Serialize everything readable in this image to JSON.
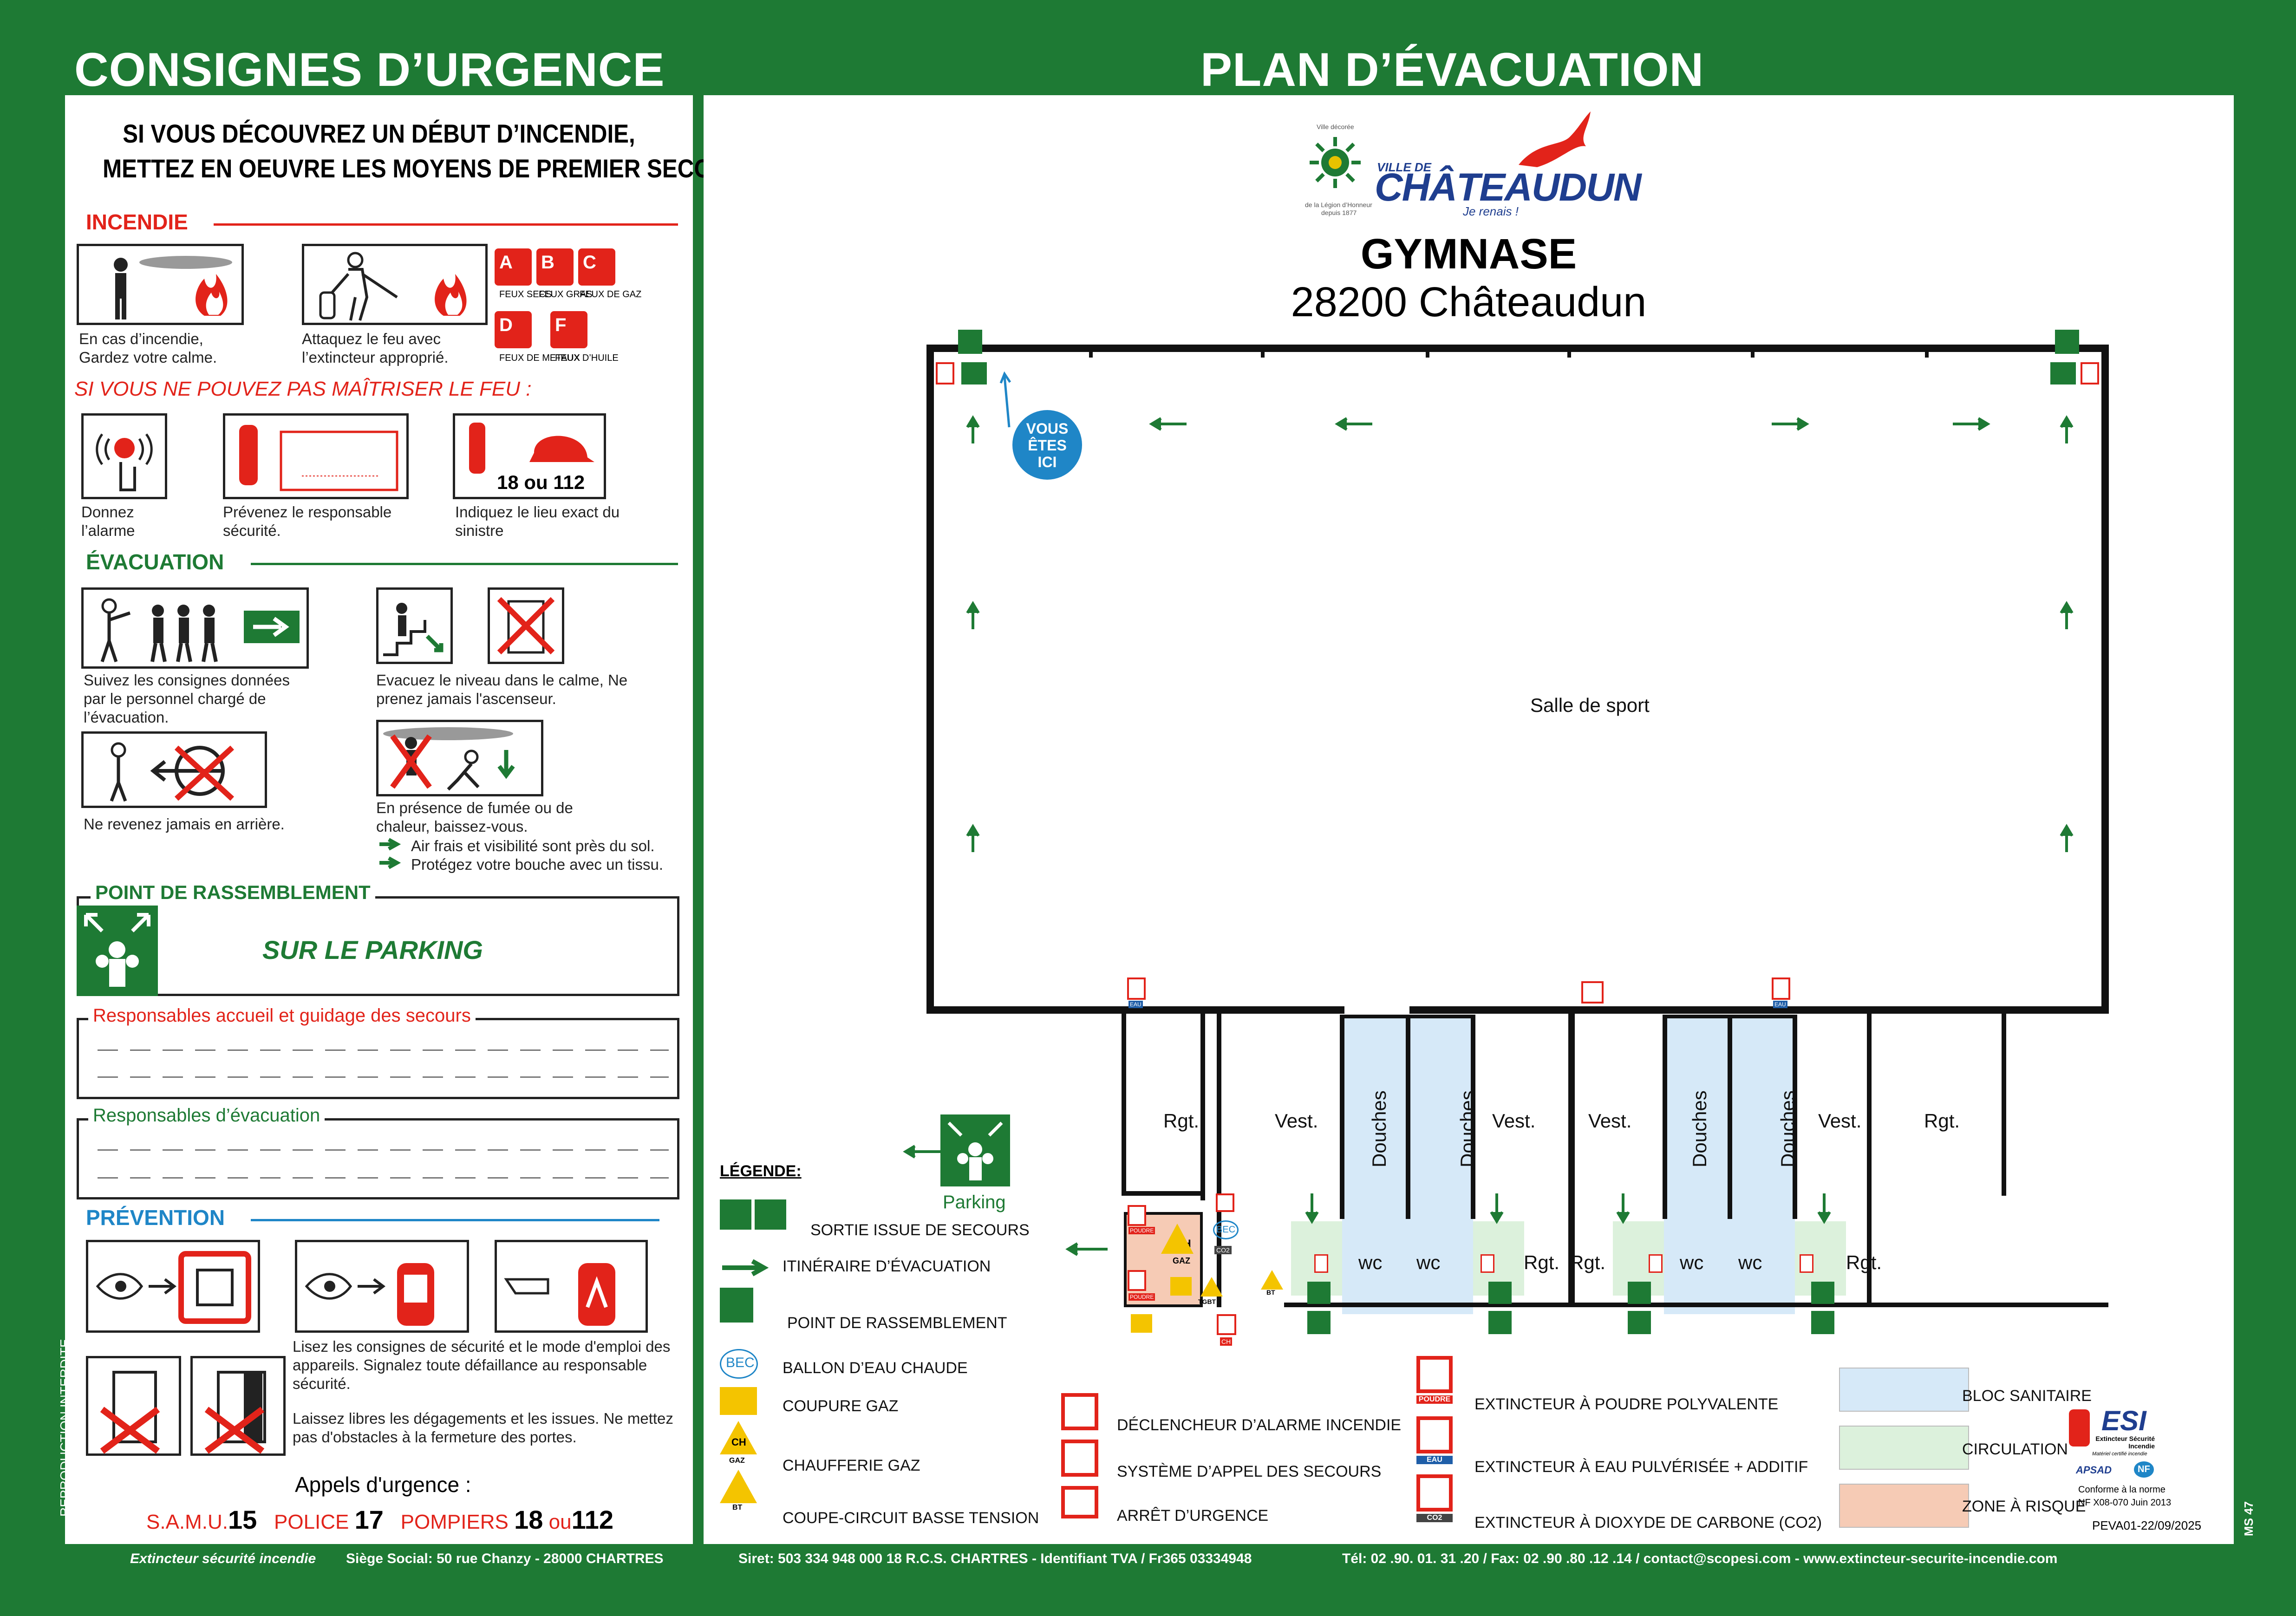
{
  "header": {
    "left_title": "CONSIGNES D’URGENCE",
    "right_title": "PLAN D’ÉVACUATION"
  },
  "consignes": {
    "intro_line1": "SI VOUS DÉCOUVREZ UN DÉBUT D’INCENDIE,",
    "intro_line2": "METTEZ EN OEUVRE LES MOYENS DE PREMIER SECOURS",
    "incendie_title": "INCENDIE",
    "calm_caption": "En cas d’incendie, Gardez votre calme.",
    "attack_caption": "Attaquez le feu avec l’extincteur approprié.",
    "fire_classes": [
      {
        "letter": "A",
        "label": "FEUX SECS"
      },
      {
        "letter": "B",
        "label": "FEUX GRAS"
      },
      {
        "letter": "C",
        "label": "FEUX DE GAZ"
      },
      {
        "letter": "D",
        "label": "FEUX DE METAUX"
      },
      {
        "letter": "F",
        "label": "FEUX D’HUILE"
      }
    ],
    "cannot_control": "SI VOUS NE POUVEZ PAS MAÎTRISER LE FEU :",
    "alarm_caption": "Donnez l’alarme",
    "notify_caption": "Prévenez le responsable sécurité.",
    "location_caption": "Indiquez le lieu exact du sinistre",
    "emergency_numbers_icon": "18 ou 112",
    "evacuation_title": "ÉVACUATION",
    "follow_caption": "Suivez les consignes données par le personnel chargé de l’évacuation.",
    "level_caption": "Evacuez le niveau dans le calme, Ne prenez jamais l'ascenseur.",
    "noback_caption": "Ne revenez jamais en arrière.",
    "smoke_caption": "En présence de fumée ou de chaleur, baissez-vous.",
    "smoke_tip1": "Air frais et visibilité sont près du sol.",
    "smoke_tip2": "Protégez votre bouche avec un tissu.",
    "assembly_title": "POINT DE RASSEMBLEMENT",
    "assembly_place": "SUR LE PARKING",
    "resp_accueil": "Responsables accueil et guidage des secours",
    "resp_evac": "Responsables d’évacuation",
    "prevention_title": "PRÉVENTION",
    "prev_caption1": "Lisez les consignes de sécurité et le mode d'emploi des appareils. Signalez toute défaillance au responsable sécurité.",
    "prev_caption2": "Laissez libres les dégagements et les issues. Ne mettez pas d'obstacles à la fermeture des portes.",
    "calls_title": "Appels d'urgence :",
    "samu_label": "S.A.M.U.",
    "samu_num": "15",
    "police_label": "POLICE",
    "police_num": "17",
    "pompiers_label": "POMPIERS",
    "pompiers_num": "18",
    "ou": "ou",
    "alt_num": "112",
    "side_text": "REPRODUCTION   INTERDITE"
  },
  "plan": {
    "logo_ville": "VILLE DE",
    "logo_name": "CHÂTEAUDUN",
    "logo_slogan": "Je renais !",
    "logo_small1": "Ville décorée",
    "logo_small2": "de la Légion d’Honneur",
    "logo_small3": "depuis 1877",
    "building": "GYMNASE",
    "address": "28200 Châteaudun",
    "you_are_here": [
      "VOUS",
      "ÊTES",
      "ICI"
    ],
    "main_room": "Salle de sport",
    "rooms": {
      "rgt1": "Rgt.",
      "vest1": "Vest.",
      "douches1": "Douches",
      "douches2": "Douches",
      "vest2": "Vest.",
      "vest3": "Vest.",
      "douches3": "Douches",
      "douches4": "Douches",
      "vest4": "Vest.",
      "rgt2": "Rgt.",
      "wc1": "wc",
      "wc2": "wc",
      "wc3": "wc",
      "wc4": "wc",
      "rgt3": "Rgt.",
      "rgt4": "Rgt.",
      "rgt5": "Rgt."
    },
    "boiler_tags": {
      "ch": "CH",
      "gaz": "GAZ",
      "bec": "BEC",
      "co2": "CO2",
      "bt": "BT",
      "tgbt": "TGBT",
      "poudre": "POUDRE",
      "eau": "EAU",
      "ch_small": "CH"
    },
    "parking": "Parking"
  },
  "legend": {
    "title": "LÉGENDE:",
    "items": [
      "SORTIE ISSUE DE SECOURS",
      "ITINÉRAIRE D’ÉVACUATION",
      "POINT DE RASSEMBLEMENT",
      "BALLON D’EAU CHAUDE",
      "COUPURE GAZ",
      "CHAUFFERIE GAZ",
      "COUPE-CIRCUIT BASSE TENSION",
      "DÉCLENCHEUR D’ALARME INCENDIE",
      "SYSTÈME D’APPEL DES SECOURS",
      "ARRÊT D’URGENCE",
      "EXTINCTEUR À POUDRE POLYVALENTE",
      "EXTINCTEUR À EAU PULVÉRISÉE + ADDITIF",
      "EXTINCTEUR À DIOXYDE DE CARBONE (CO2)",
      "BLOC SANITAIRE",
      "CIRCULATION",
      "ZONE À RISQUE"
    ],
    "bec_tag": "BEC",
    "ch_tag": "CH",
    "gaz_tag": "GAZ",
    "bt_tag": "BT",
    "poudre_tag": "POUDRE",
    "eau_tag": "EAU",
    "co2_tag": "CO2",
    "colors": {
      "sanitaire": "#d6e9f8",
      "circulation": "#dcf1dc",
      "risque": "#f6cbb5",
      "green": "#1e7a34",
      "red": "#e2231a",
      "blue": "#1f86c7"
    }
  },
  "certification": {
    "brand": "ESI",
    "brand_sub": "Extincteur Sécurité Incendie",
    "brand_tag": "Matériel certifié incendie",
    "apsad": "APSAD",
    "nf": "NF",
    "norm1": "Conforme à la norme",
    "norm2": "NF X08-070 Juin 2013",
    "ref": "PEVA01-22/09/2025",
    "ms": "MS 47"
  },
  "footer": {
    "company": "Extincteur sécurité incendie",
    "address": "Siège Social: 50 rue Chanzy -  28000 CHARTRES",
    "siret": "Siret: 503 334 948 000 18 R.C.S. CHARTRES - Identifiant TVA / Fr365 03334948",
    "contact": "Tél: 02 .90. 01. 31 .20   /   Fax: 02 .90 .80 .12 .14    /    contact@scopesi.com  -  www.extincteur-securite-incendie.com"
  }
}
